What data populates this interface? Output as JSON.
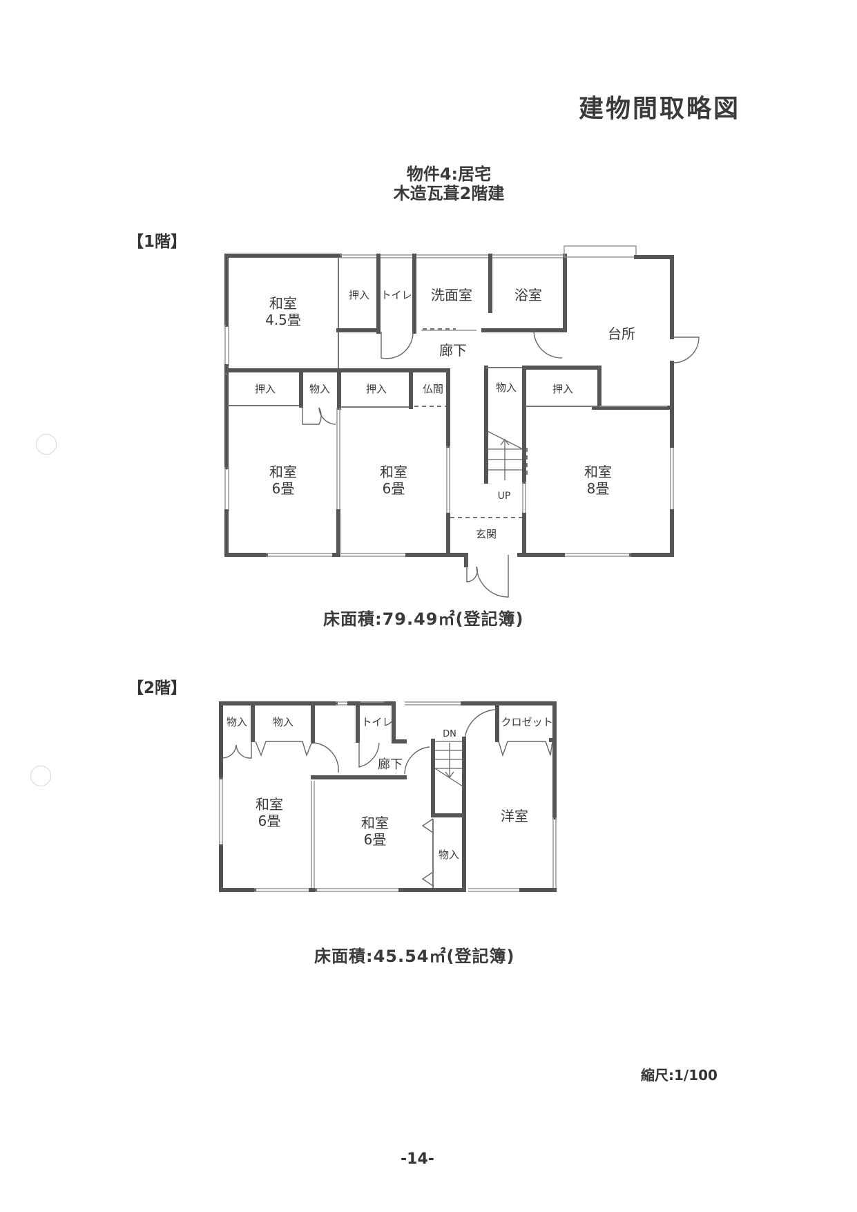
{
  "document": {
    "title": "建物間取略図",
    "property_line1": "物件4:居宅",
    "property_line2": "木造瓦葺2階建",
    "scale": "縮尺:1/100",
    "page_number": "-14-"
  },
  "floor1": {
    "label": "【1階】",
    "area": "床面積:79.49㎡(登記簿)",
    "rooms": {
      "washitsu_45": "和室",
      "washitsu_45_size": "4.5畳",
      "oshiire_top": "押入",
      "toilet": "トイレ",
      "senmenshitsu": "洗面室",
      "yokushitsu": "浴室",
      "daidokoro": "台所",
      "rouka": "廊下",
      "oshiire_left": "押入",
      "monoire_left": "物入",
      "oshiire_mid": "押入",
      "butsuma": "仏間",
      "monoire_stair": "物入",
      "oshiire_right": "押入",
      "washitsu_6a": "和室",
      "washitsu_6a_size": "6畳",
      "washitsu_6b": "和室",
      "washitsu_6b_size": "6畳",
      "washitsu_8": "和室",
      "washitsu_8_size": "8畳",
      "stairs_up": "UP",
      "genkan": "玄関"
    }
  },
  "floor2": {
    "label": "【2階】",
    "area": "床面積:45.54㎡(登記簿)",
    "rooms": {
      "monoire_1": "物入",
      "monoire_2": "物入",
      "toilet": "トイレ",
      "closet": "クロゼット",
      "stairs_down": "DN",
      "rouka": "廊下",
      "washitsu_6a": "和室",
      "washitsu_6a_size": "6畳",
      "washitsu_6b": "和室",
      "washitsu_6b_size": "6畳",
      "monoire_3": "物入",
      "youshitsu": "洋室"
    }
  }
}
